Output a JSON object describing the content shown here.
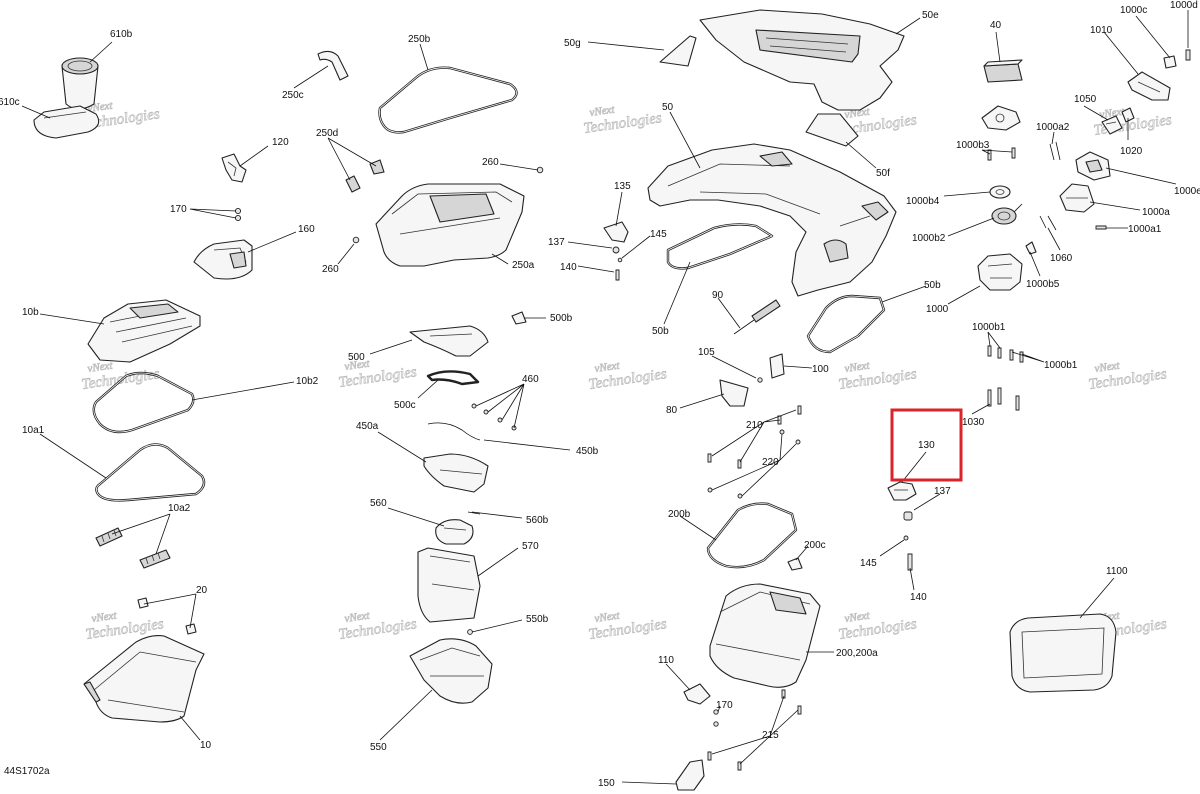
{
  "diagram_code": "44S1702a",
  "watermark_text": [
    "vNext",
    "Technologies"
  ],
  "highlight": {
    "label": "130"
  },
  "callouts": [
    {
      "id": "610b",
      "label": "610b"
    },
    {
      "id": "610c",
      "label": "610c"
    },
    {
      "id": "120",
      "label": "120"
    },
    {
      "id": "170a",
      "label": "170"
    },
    {
      "id": "160",
      "label": "160"
    },
    {
      "id": "10b",
      "label": "10b"
    },
    {
      "id": "10b2",
      "label": "10b2"
    },
    {
      "id": "10a1",
      "label": "10a1"
    },
    {
      "id": "10a2",
      "label": "10a2"
    },
    {
      "id": "20",
      "label": "20"
    },
    {
      "id": "10",
      "label": "10"
    },
    {
      "id": "250b",
      "label": "250b"
    },
    {
      "id": "250c",
      "label": "250c"
    },
    {
      "id": "250d",
      "label": "250d"
    },
    {
      "id": "260a",
      "label": "260"
    },
    {
      "id": "260b",
      "label": "260"
    },
    {
      "id": "250a",
      "label": "250a"
    },
    {
      "id": "500b",
      "label": "500b"
    },
    {
      "id": "500",
      "label": "500"
    },
    {
      "id": "500c",
      "label": "500c"
    },
    {
      "id": "460",
      "label": "460"
    },
    {
      "id": "450a",
      "label": "450a"
    },
    {
      "id": "450b",
      "label": "450b"
    },
    {
      "id": "560",
      "label": "560"
    },
    {
      "id": "560b",
      "label": "560b"
    },
    {
      "id": "570",
      "label": "570"
    },
    {
      "id": "550b",
      "label": "550b"
    },
    {
      "id": "550",
      "label": "550"
    },
    {
      "id": "50g",
      "label": "50g"
    },
    {
      "id": "50e",
      "label": "50e"
    },
    {
      "id": "50",
      "label": "50"
    },
    {
      "id": "50f",
      "label": "50f"
    },
    {
      "id": "135",
      "label": "135"
    },
    {
      "id": "137a",
      "label": "137"
    },
    {
      "id": "145a",
      "label": "145"
    },
    {
      "id": "140a",
      "label": "140"
    },
    {
      "id": "50b_left",
      "label": "50b"
    },
    {
      "id": "50b_right",
      "label": "50b"
    },
    {
      "id": "90",
      "label": "90"
    },
    {
      "id": "105",
      "label": "105"
    },
    {
      "id": "100",
      "label": "100"
    },
    {
      "id": "80",
      "label": "80"
    },
    {
      "id": "210",
      "label": "210"
    },
    {
      "id": "220",
      "label": "220"
    },
    {
      "id": "200b",
      "label": "200b"
    },
    {
      "id": "200c",
      "label": "200c"
    },
    {
      "id": "200",
      "label": "200,200a"
    },
    {
      "id": "110",
      "label": "110"
    },
    {
      "id": "170b",
      "label": "170"
    },
    {
      "id": "215",
      "label": "215"
    },
    {
      "id": "150",
      "label": "150"
    },
    {
      "id": "130",
      "label": "130"
    },
    {
      "id": "137b",
      "label": "137"
    },
    {
      "id": "145b",
      "label": "145"
    },
    {
      "id": "140b",
      "label": "140"
    },
    {
      "id": "1100",
      "label": "1100"
    },
    {
      "id": "40",
      "label": "40"
    },
    {
      "id": "1000d",
      "label": "1000d"
    },
    {
      "id": "1000c",
      "label": "1000c"
    },
    {
      "id": "1010",
      "label": "1010"
    },
    {
      "id": "1050",
      "label": "1050"
    },
    {
      "id": "1020",
      "label": "1020"
    },
    {
      "id": "1000a2",
      "label": "1000a2"
    },
    {
      "id": "1000b3",
      "label": "1000b3"
    },
    {
      "id": "1000e",
      "label": "1000e"
    },
    {
      "id": "1000b4",
      "label": "1000b4"
    },
    {
      "id": "1000a",
      "label": "1000a"
    },
    {
      "id": "1000a1",
      "label": "1000a1"
    },
    {
      "id": "1000b2",
      "label": "1000b2"
    },
    {
      "id": "1060",
      "label": "1060"
    },
    {
      "id": "1000b5",
      "label": "1000b5"
    },
    {
      "id": "1000",
      "label": "1000"
    },
    {
      "id": "1000b1a",
      "label": "1000b1"
    },
    {
      "id": "1000b1b",
      "label": "1000b1"
    },
    {
      "id": "1030",
      "label": "1030"
    }
  ]
}
